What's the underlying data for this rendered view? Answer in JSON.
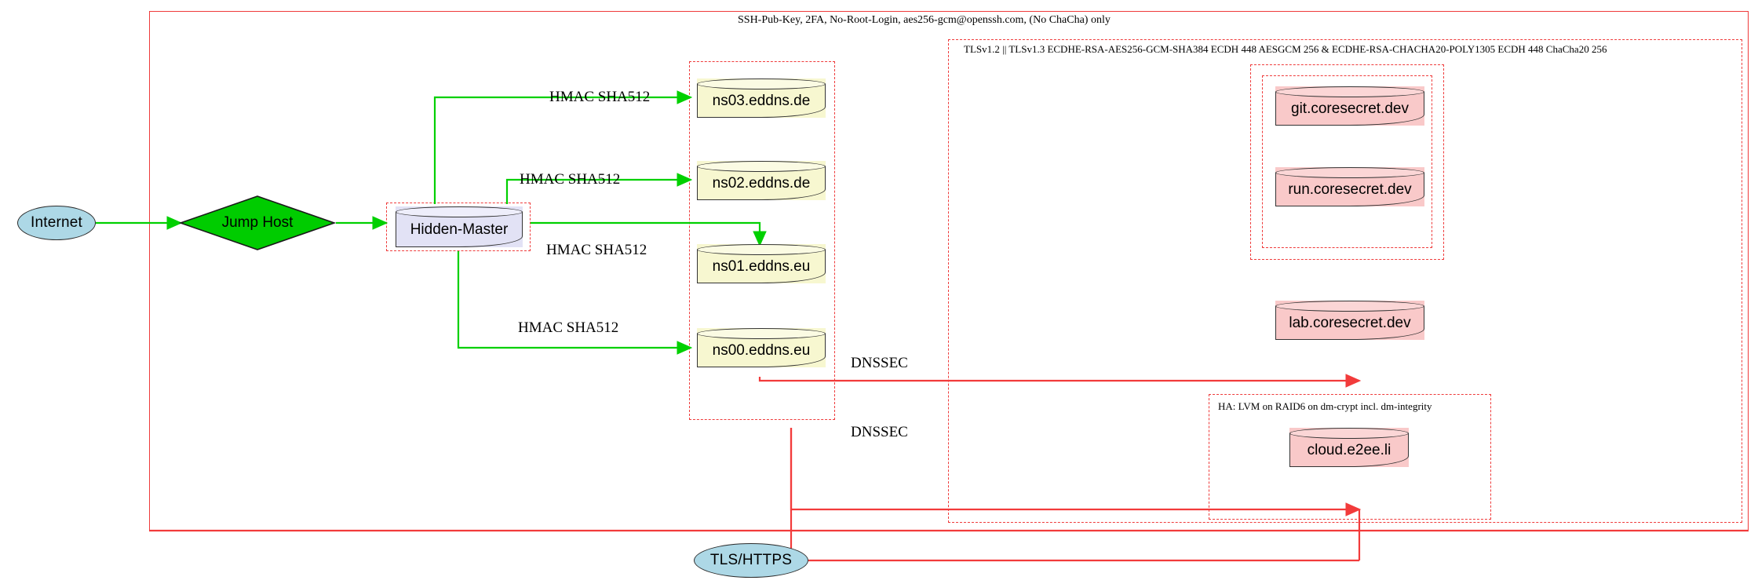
{
  "diagram": {
    "title": "Network security architecture diagram",
    "colors": {
      "edge_green": "#00d000",
      "edge_red": "#f23b3b",
      "cluster_red": "#ef3b3b",
      "node_blue": "#add8e6",
      "node_green": "#00cc00",
      "node_yellow": "#f7f7d0",
      "node_lavender": "#e2e2f5",
      "node_pink": "#f9c9c9"
    },
    "annotations": {
      "ssh": "SSH-Pub-Key, 2FA, No-Root-Login, aes256-gcm@openssh.com, (No ChaCha) only",
      "tls": "TLSv1.2 || TLSv1.3 ECDHE-RSA-AES256-GCM-SHA384 ECDH 448 AESGCM 256 & ECDHE-RSA-CHACHA20-POLY1305 ECDH 448 ChaCha20 256",
      "ha": "HA: LVM on RAID6 on dm-crypt incl. dm-integrity"
    },
    "nodes": {
      "internet": "Internet",
      "jump_host": "Jump Host",
      "hidden_master": "Hidden-Master",
      "ns03": "ns03.eddns.de",
      "ns02": "ns02.eddns.de",
      "ns01": "ns01.eddns.eu",
      "ns00": "ns00.eddns.eu",
      "git": "git.coresecret.dev",
      "run": "run.coresecret.dev",
      "lab": "lab.coresecret.dev",
      "cloud": "cloud.e2ee.li",
      "tls_https": "TLS/HTTPS"
    },
    "edge_labels": {
      "hmac_1": "HMAC SHA512",
      "hmac_2": "HMAC SHA512",
      "hmac_3": "HMAC SHA512",
      "hmac_4": "HMAC SHA512",
      "dnssec_1": "DNSSEC",
      "dnssec_2": "DNSSEC"
    }
  }
}
